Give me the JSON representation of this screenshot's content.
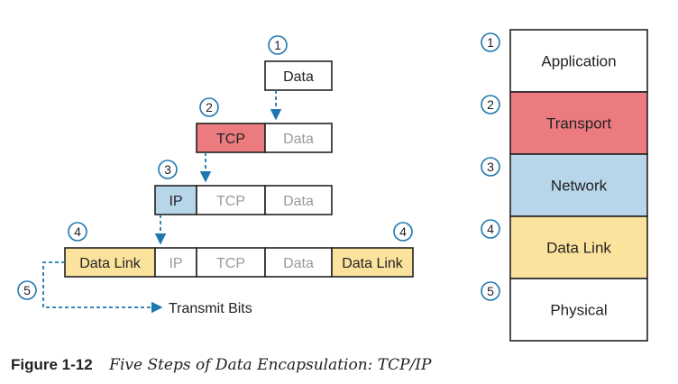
{
  "colors": {
    "tcp": "#ec7b80",
    "ip": "#b8d6ea",
    "datalink": "#fce39d",
    "application": "#ffffff",
    "physical": "#ffffff",
    "arrow": "#1f77b0",
    "header_text": "#222222",
    "faded_text": "#9a9a9a"
  },
  "left": {
    "steps": [
      {
        "step": "1",
        "cells": [
          {
            "text": "Data",
            "kind": "header"
          }
        ]
      },
      {
        "step": "2",
        "cells": [
          {
            "text": "TCP",
            "kind": "header"
          },
          {
            "text": "Data",
            "kind": "faded"
          }
        ]
      },
      {
        "step": "3",
        "cells": [
          {
            "text": "IP",
            "kind": "header"
          },
          {
            "text": "TCP",
            "kind": "faded"
          },
          {
            "text": "Data",
            "kind": "faded"
          }
        ]
      },
      {
        "step": "4",
        "cells": [
          {
            "text": "Data Link",
            "kind": "header"
          },
          {
            "text": "IP",
            "kind": "faded"
          },
          {
            "text": "TCP",
            "kind": "faded"
          },
          {
            "text": "Data",
            "kind": "faded"
          },
          {
            "text": "Data Link",
            "kind": "header"
          }
        ]
      }
    ],
    "trailer_step": "4",
    "transmit_step": "5",
    "transmit_label": "Transmit Bits"
  },
  "layers": [
    {
      "num": "1",
      "name": "Application"
    },
    {
      "num": "2",
      "name": "Transport"
    },
    {
      "num": "3",
      "name": "Network"
    },
    {
      "num": "4",
      "name": "Data Link"
    },
    {
      "num": "5",
      "name": "Physical"
    }
  ],
  "caption": {
    "label": "Figure 1-12",
    "title": "Five Steps of Data Encapsulation: TCP/IP"
  }
}
